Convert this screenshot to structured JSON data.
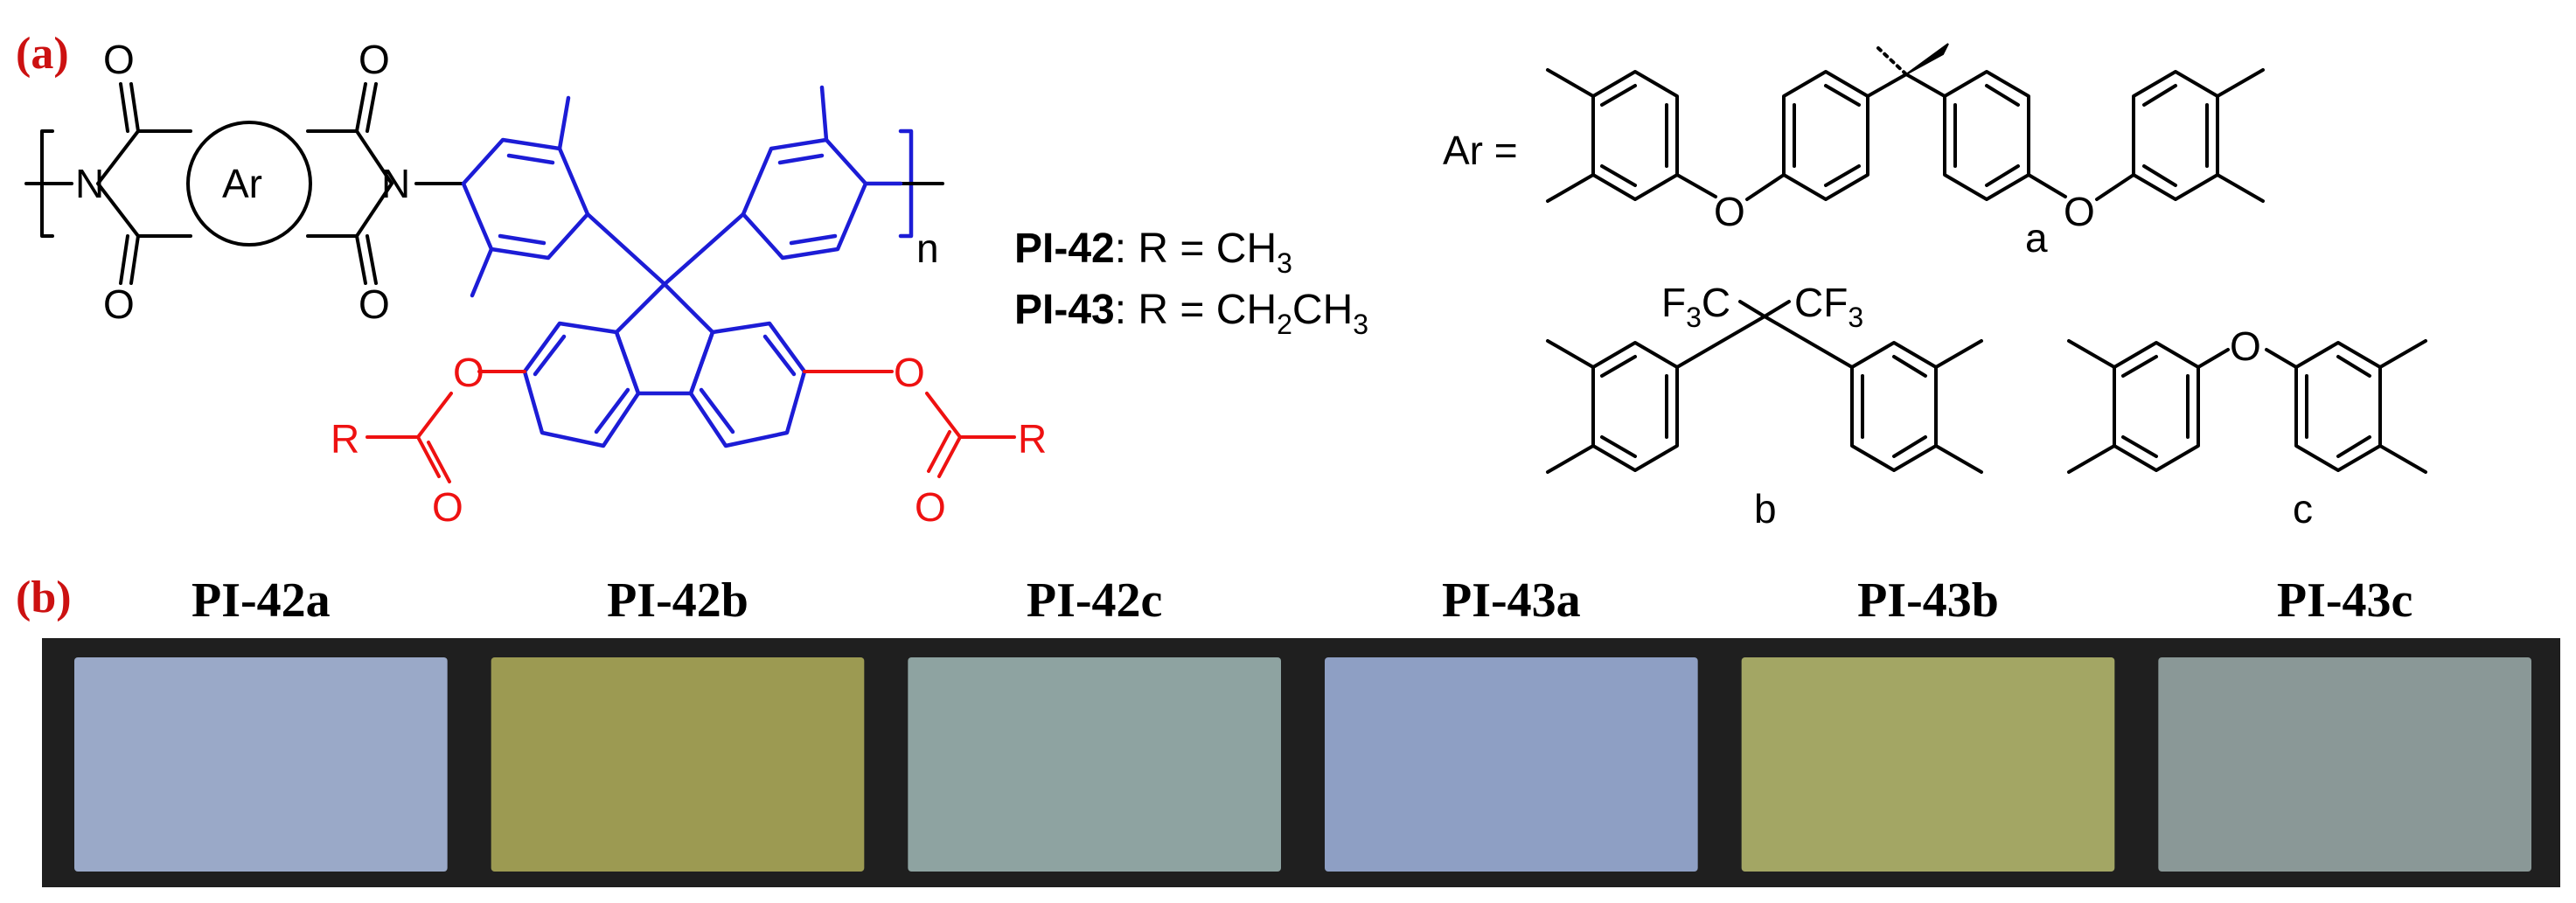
{
  "panel_a": {
    "label": "(a)",
    "atoms": {
      "O": "O",
      "N": "N",
      "Ar": "Ar",
      "R": "R",
      "n": "n"
    },
    "ar_prefix": "Ar =",
    "variants": [
      {
        "name": "PI-42",
        "rest": ": R = CH",
        "sub": "3",
        "tail": ""
      },
      {
        "name": "PI-43",
        "rest": ": R = CH",
        "sub": "2",
        "tail": "CH",
        "sub2": "3"
      }
    ],
    "ar_labels": {
      "a": "a",
      "b": "b",
      "c": "c"
    },
    "cf3": {
      "left": "F",
      "left_sub": "3",
      "left_c": "C",
      "right": "CF",
      "right_sub": "3"
    }
  },
  "panel_b": {
    "label": "(b)",
    "films": [
      {
        "name": "PI-42a",
        "color": "#9aa9c8"
      },
      {
        "name": "PI-42b",
        "color": "#9c9a52"
      },
      {
        "name": "PI-42c",
        "color": "#8ea3a1"
      },
      {
        "name": "PI-43a",
        "color": "#8e9fc4"
      },
      {
        "name": "PI-43b",
        "color": "#a3a664"
      },
      {
        "name": "PI-43c",
        "color": "#8a9897"
      }
    ],
    "strip_color": "#1f1f1f"
  }
}
